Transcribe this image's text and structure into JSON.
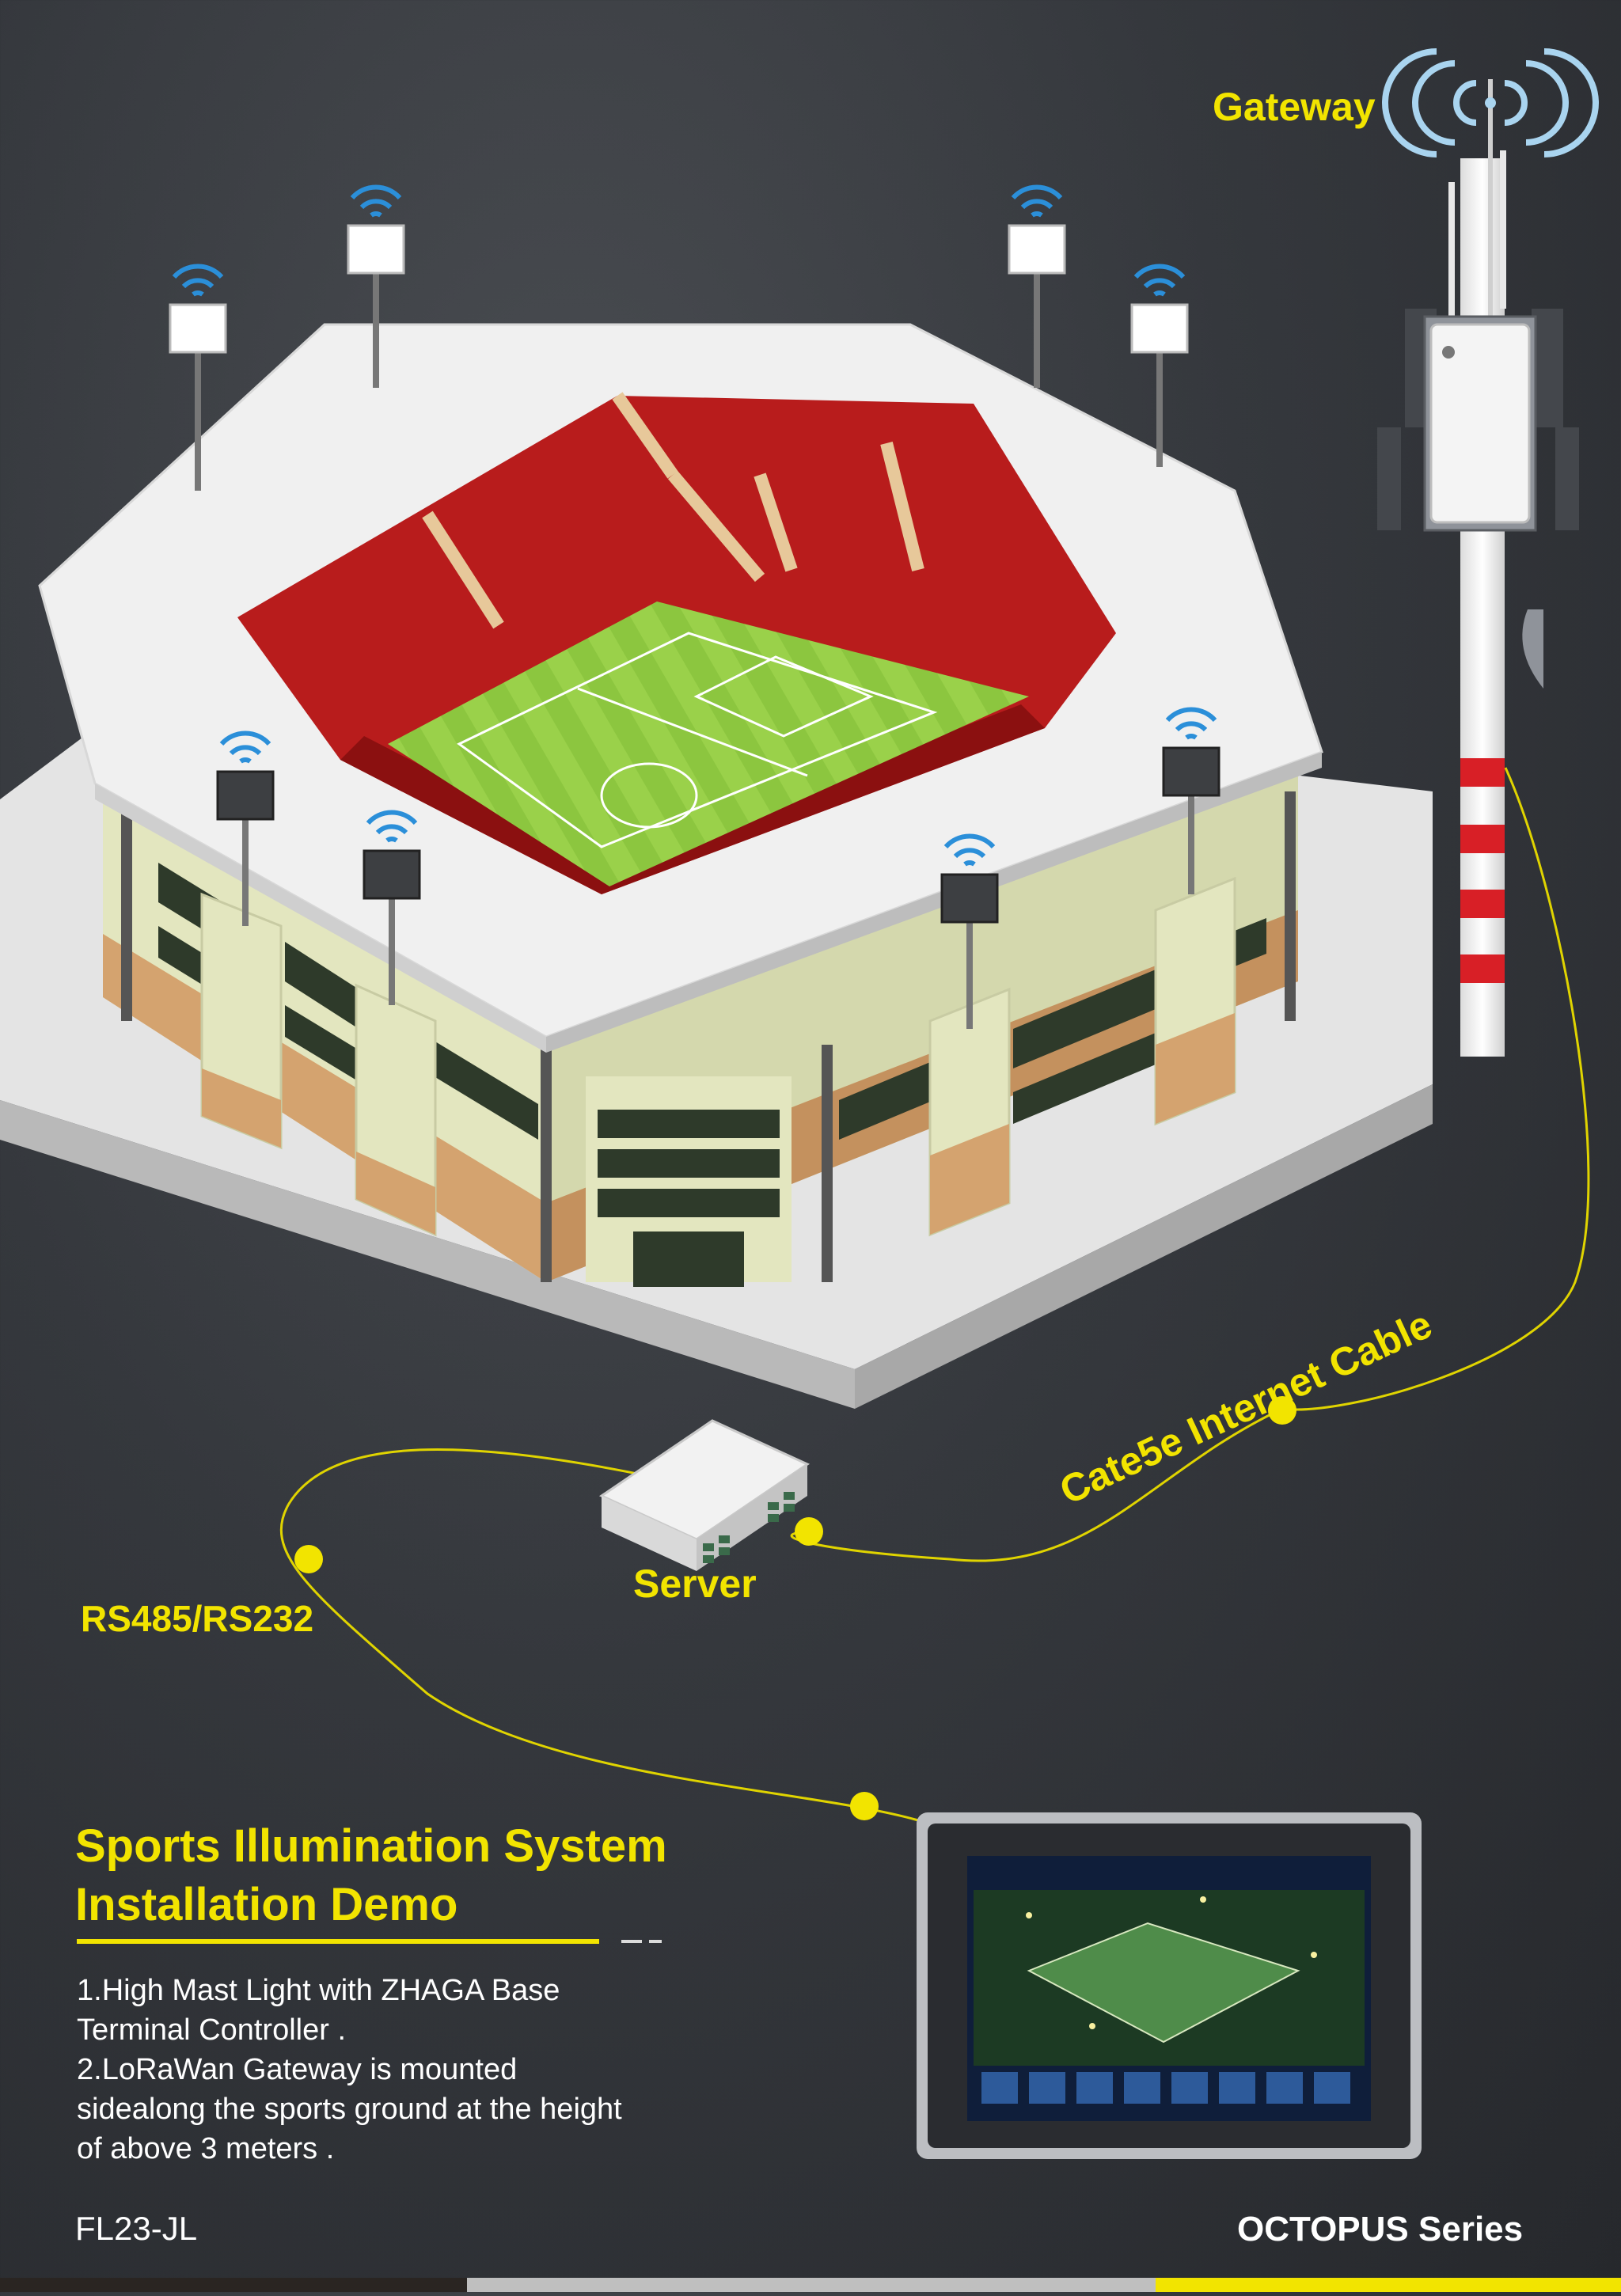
{
  "labels": {
    "gateway": "Gateway",
    "server": "Server",
    "serial": "RS485/RS232",
    "cable": "Cate5e Internet Cable"
  },
  "title": {
    "line1": "Sports Illumination System",
    "line2": "Installation Demo"
  },
  "description": [
    "1.High Mast Light with ZHAGA Base",
    "Terminal Controller .",
    "2.LoRaWan Gateway is mounted",
    "sidealong the sports ground at the height",
    "of above 3 meters ."
  ],
  "footer": {
    "model": "FL23-JL",
    "series": "OCTOPUS Series"
  },
  "colors": {
    "accent": "#f2e400",
    "background": "#35383d",
    "roof": "#f0f0f0",
    "seats": "#b81c1c",
    "pitch": "#8cc63f",
    "wall": "#e3e6bf",
    "wifi": "#2b8fd9",
    "tower_stripe": "#d81f26"
  }
}
